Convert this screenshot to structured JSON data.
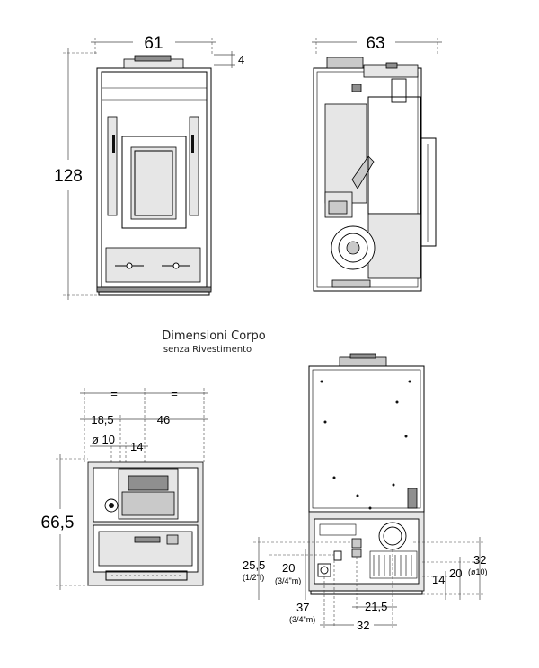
{
  "title": "Dimensioni  Corpo",
  "subtitle": "senza Rivestimento",
  "views": {
    "front": {
      "width": "61",
      "height": "128",
      "top_step": "4"
    },
    "side": {
      "depth": "63"
    },
    "top": {
      "equal_left": "=",
      "equal_right": "=",
      "offset": "18,5",
      "span": "46",
      "flue_diameter": "ø 10",
      "flue_offset": "14",
      "depth": "66,5"
    },
    "rear": {
      "dim_25_5": "25,5",
      "dim_25_5_note": "(1/2\"f)",
      "dim_20_left": "20",
      "dim_20_left_note": "(3/4\"m)",
      "dim_37": "37",
      "dim_37_note": "(3/4\"m)",
      "dim_21_5": "21,5",
      "dim_32_bottom": "32",
      "dim_32_right": "32",
      "dim_32_right_note": "(ø10)",
      "dim_20_right": "20",
      "dim_14": "14"
    }
  }
}
